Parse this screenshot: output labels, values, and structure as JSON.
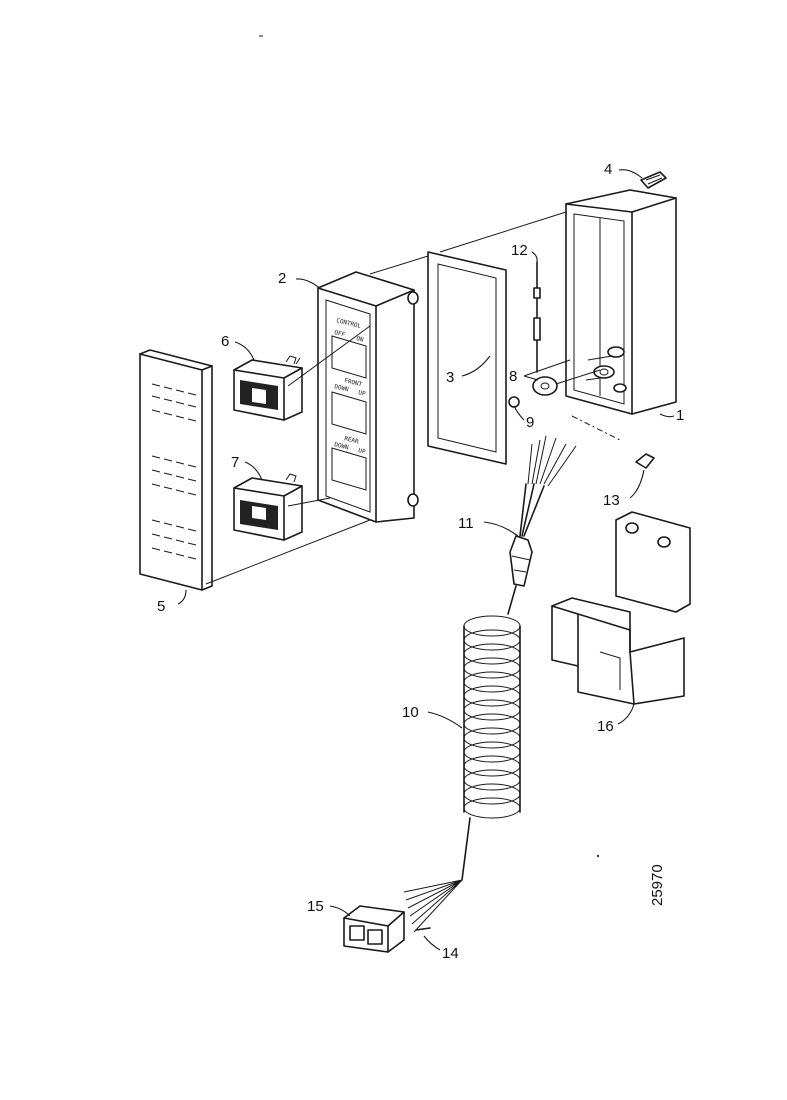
{
  "figure_ref": "25970",
  "callouts": [
    {
      "id": "1",
      "label": "1"
    },
    {
      "id": "2",
      "label": "2"
    },
    {
      "id": "3",
      "label": "3"
    },
    {
      "id": "4",
      "label": "4"
    },
    {
      "id": "5",
      "label": "5"
    },
    {
      "id": "6",
      "label": "6"
    },
    {
      "id": "7",
      "label": "7"
    },
    {
      "id": "8",
      "label": "8"
    },
    {
      "id": "9",
      "label": "9"
    },
    {
      "id": "10",
      "label": "10"
    },
    {
      "id": "11",
      "label": "11"
    },
    {
      "id": "12",
      "label": "12"
    },
    {
      "id": "13",
      "label": "13"
    },
    {
      "id": "14",
      "label": "14"
    },
    {
      "id": "15",
      "label": "15"
    },
    {
      "id": "16",
      "label": "16"
    }
  ],
  "panel_markings": [
    "CONTROL",
    "OFF",
    "ON",
    "FRONT",
    "DOWN",
    "UP",
    "REAR",
    "DOWN",
    "UP"
  ]
}
